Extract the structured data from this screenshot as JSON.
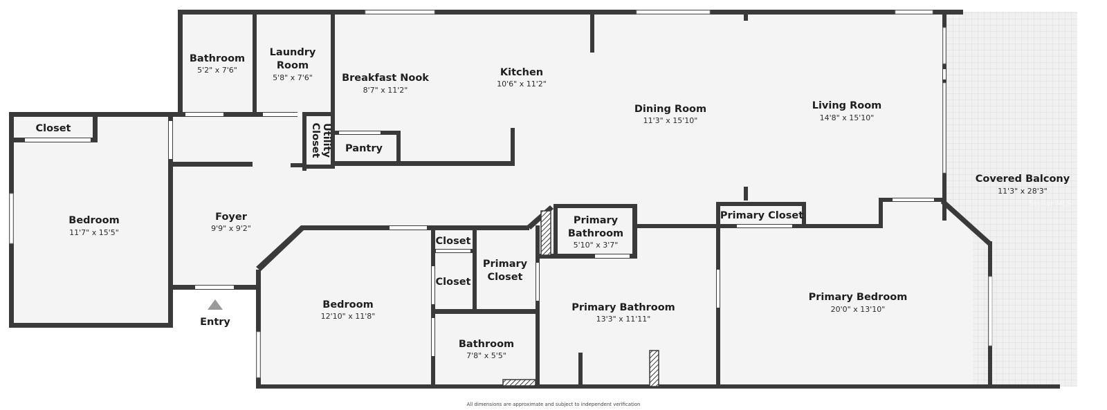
{
  "rooms": [
    {
      "id": "bathroom-upper",
      "name": "Bathroom",
      "dims": "5'2\" x 7'6\""
    },
    {
      "id": "laundry-room",
      "name_lines": [
        "Laundry",
        "Room"
      ],
      "dims": "5'8\" x 7'6\""
    },
    {
      "id": "breakfast-nook",
      "name": "Breakfast Nook",
      "dims": "8'7\" x 11'2\""
    },
    {
      "id": "kitchen",
      "name": "Kitchen",
      "dims": "10'6\" x 11'2\""
    },
    {
      "id": "dining-room",
      "name": "Dining Room",
      "dims": "11'3\" x 15'10\""
    },
    {
      "id": "living-room",
      "name": "Living Room",
      "dims": "14'8\" x 15'10\""
    },
    {
      "id": "covered-balcony",
      "name": "Covered Balcony",
      "dims": "11'3\" x 28'3\""
    },
    {
      "id": "closet-left",
      "name": "Closet"
    },
    {
      "id": "utility-closet",
      "name_lines": [
        "Utility",
        "Closet"
      ]
    },
    {
      "id": "pantry",
      "name": "Pantry"
    },
    {
      "id": "bedroom-left",
      "name": "Bedroom",
      "dims": "11'7\" x 15'5\""
    },
    {
      "id": "foyer",
      "name": "Foyer",
      "dims": "9'9\" x 9'2\""
    },
    {
      "id": "entry",
      "name": "Entry"
    },
    {
      "id": "bedroom-middle",
      "name": "Bedroom",
      "dims": "12'10\" x 11'8\""
    },
    {
      "id": "closet-mid-1",
      "name": "Closet"
    },
    {
      "id": "closet-mid-2",
      "name": "Closet"
    },
    {
      "id": "primary-closet-left",
      "name_lines": [
        "Primary",
        "Closet"
      ]
    },
    {
      "id": "bathroom-lower",
      "name": "Bathroom",
      "dims": "7'8\" x 5'5\""
    },
    {
      "id": "primary-bathroom-small",
      "name_lines": [
        "Primary",
        "Bathroom"
      ],
      "dims": "5'10\" x 3'7\""
    },
    {
      "id": "primary-bathroom",
      "name": "Primary Bathroom",
      "dims": "13'3\" x 11'11\""
    },
    {
      "id": "primary-closet-right",
      "name": "Primary Closet"
    },
    {
      "id": "primary-bedroom",
      "name": "Primary Bedroom",
      "dims": "20'0\" x 13'10\""
    }
  ],
  "footnote": "All dimensions are approximate and subject to independent verification",
  "watermark": "Stellar MLS",
  "colors": {
    "wall": "#3a3a3a",
    "floor": "#f4f4f4",
    "background": "#ffffff"
  }
}
